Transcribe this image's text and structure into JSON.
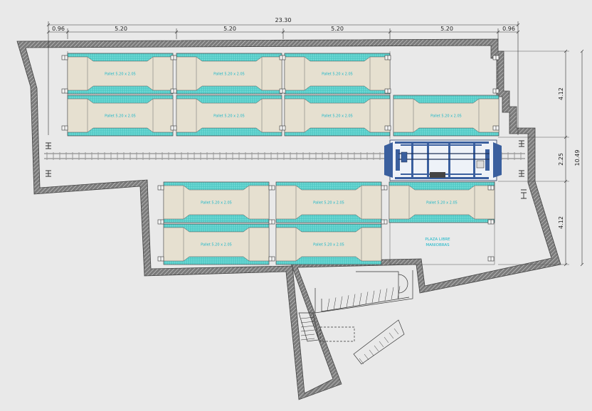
{
  "dimensions": {
    "total_width": "23.30",
    "segments": [
      "0.96",
      "5.20",
      "5.20",
      "5.20",
      "5.20",
      "0.96"
    ],
    "right_top": "4.12",
    "right_mid": "2.25",
    "right_bottom": "4.12",
    "right_total": "10.49"
  },
  "pallet_label": "Pallet 5.20 x 2.05",
  "free_area": {
    "line1": "PLAZA LIBRE",
    "line2": "MANIOBRAS"
  },
  "colors": {
    "background": "#e9e9e9",
    "wall": "#555555",
    "pallet_teal": "#5fd3cf",
    "pallet_beige": "#e6e0d0",
    "label_cyan": "#18b6c8",
    "machine_blue": "#3a5f9e"
  }
}
